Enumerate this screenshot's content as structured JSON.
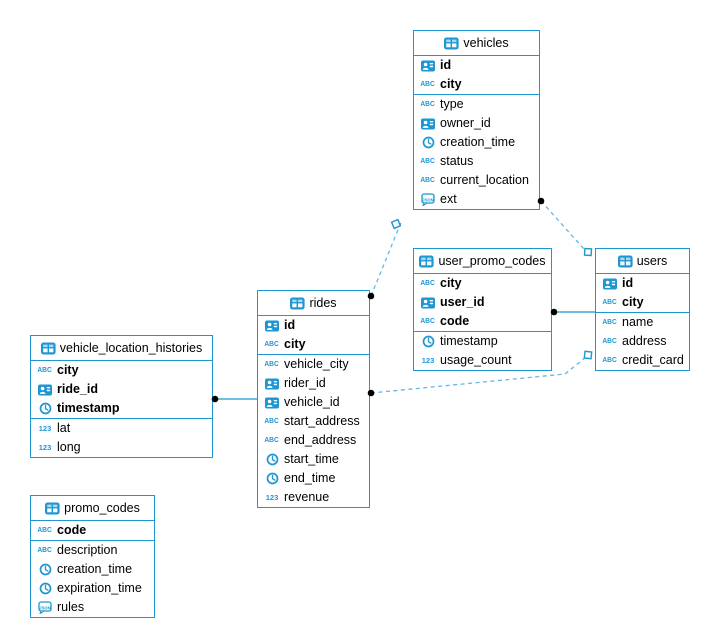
{
  "diagram": {
    "type": "er-diagram",
    "background": "#ffffff",
    "colors": {
      "table_border": "#1e96d2",
      "icon_blue": "#1e96d2",
      "relation_solid": "#1e96d2",
      "relation_dashed": "#66b7e4",
      "endpoint_dot": "#000000",
      "text": "#000000"
    },
    "icon_glyphs": {
      "text": "ABC",
      "number": "123",
      "json": "JSON"
    },
    "tables": [
      {
        "name": "vehicles",
        "primary_key_columns": [
          {
            "name": "id",
            "type_icon": "uuid"
          },
          {
            "name": "city",
            "type_icon": "text"
          }
        ],
        "columns": [
          {
            "name": "type",
            "type_icon": "text"
          },
          {
            "name": "owner_id",
            "type_icon": "uuid"
          },
          {
            "name": "creation_time",
            "type_icon": "timestamp"
          },
          {
            "name": "status",
            "type_icon": "text"
          },
          {
            "name": "current_location",
            "type_icon": "text"
          },
          {
            "name": "ext",
            "type_icon": "json"
          }
        ]
      },
      {
        "name": "user_promo_codes",
        "primary_key_columns": [
          {
            "name": "city",
            "type_icon": "text"
          },
          {
            "name": "user_id",
            "type_icon": "uuid"
          },
          {
            "name": "code",
            "type_icon": "text"
          }
        ],
        "columns": [
          {
            "name": "timestamp",
            "type_icon": "timestamp"
          },
          {
            "name": "usage_count",
            "type_icon": "number"
          }
        ]
      },
      {
        "name": "users",
        "primary_key_columns": [
          {
            "name": "id",
            "type_icon": "uuid"
          },
          {
            "name": "city",
            "type_icon": "text"
          }
        ],
        "columns": [
          {
            "name": "name",
            "type_icon": "text"
          },
          {
            "name": "address",
            "type_icon": "text"
          },
          {
            "name": "credit_card",
            "type_icon": "text"
          }
        ]
      },
      {
        "name": "rides",
        "primary_key_columns": [
          {
            "name": "id",
            "type_icon": "uuid"
          },
          {
            "name": "city",
            "type_icon": "text"
          }
        ],
        "columns": [
          {
            "name": "vehicle_city",
            "type_icon": "text"
          },
          {
            "name": "rider_id",
            "type_icon": "uuid"
          },
          {
            "name": "vehicle_id",
            "type_icon": "uuid"
          },
          {
            "name": "start_address",
            "type_icon": "text"
          },
          {
            "name": "end_address",
            "type_icon": "text"
          },
          {
            "name": "start_time",
            "type_icon": "timestamp"
          },
          {
            "name": "end_time",
            "type_icon": "timestamp"
          },
          {
            "name": "revenue",
            "type_icon": "number"
          }
        ]
      },
      {
        "name": "vehicle_location_histories",
        "primary_key_columns": [
          {
            "name": "city",
            "type_icon": "text"
          },
          {
            "name": "ride_id",
            "type_icon": "uuid"
          },
          {
            "name": "timestamp",
            "type_icon": "timestamp"
          }
        ],
        "columns": [
          {
            "name": "lat",
            "type_icon": "number"
          },
          {
            "name": "long",
            "type_icon": "number"
          }
        ]
      },
      {
        "name": "promo_codes",
        "primary_key_columns": [
          {
            "name": "code",
            "type_icon": "text"
          }
        ],
        "columns": [
          {
            "name": "description",
            "type_icon": "text"
          },
          {
            "name": "creation_time",
            "type_icon": "timestamp"
          },
          {
            "name": "expiration_time",
            "type_icon": "timestamp"
          },
          {
            "name": "rules",
            "type_icon": "json"
          }
        ]
      }
    ],
    "relations": [
      {
        "from": "vehicle_location_histories",
        "to": "rides",
        "line": "solid"
      },
      {
        "from": "user_promo_codes",
        "to": "users",
        "line": "solid"
      },
      {
        "from": "rides",
        "to": "vehicles",
        "line": "dashed"
      },
      {
        "from": "vehicles",
        "to": "users",
        "line": "dashed"
      },
      {
        "from": "rides",
        "to": "users",
        "line": "dashed"
      }
    ]
  }
}
